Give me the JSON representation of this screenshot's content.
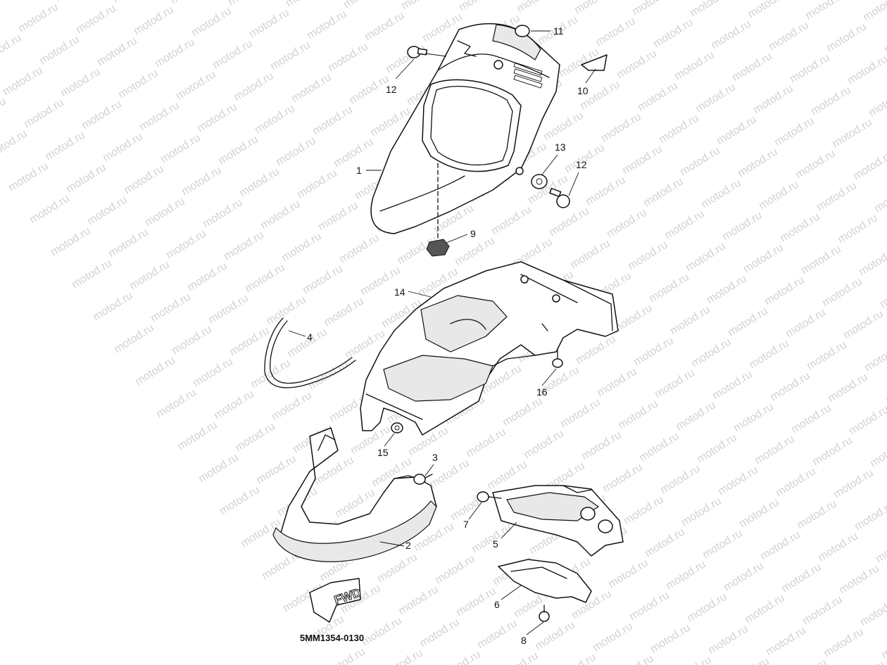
{
  "watermark": {
    "text": "motod.ru"
  },
  "diagram_code": "5MM1354-0130",
  "fwd_label": "FWD",
  "callouts": [
    {
      "id": "1",
      "label": "1"
    },
    {
      "id": "2",
      "label": "2"
    },
    {
      "id": "3",
      "label": "3"
    },
    {
      "id": "4",
      "label": "4"
    },
    {
      "id": "5",
      "label": "5"
    },
    {
      "id": "6",
      "label": "6"
    },
    {
      "id": "7",
      "label": "7"
    },
    {
      "id": "8",
      "label": "8"
    },
    {
      "id": "9",
      "label": "9"
    },
    {
      "id": "10",
      "label": "10"
    },
    {
      "id": "11",
      "label": "11"
    },
    {
      "id": "12a",
      "label": "12"
    },
    {
      "id": "12b",
      "label": "12"
    },
    {
      "id": "13",
      "label": "13"
    },
    {
      "id": "14",
      "label": "14"
    },
    {
      "id": "15",
      "label": "15"
    },
    {
      "id": "16",
      "label": "16"
    }
  ],
  "colors": {
    "line": "#111111",
    "watermark": "#d2d2d2",
    "background": "#ffffff"
  }
}
